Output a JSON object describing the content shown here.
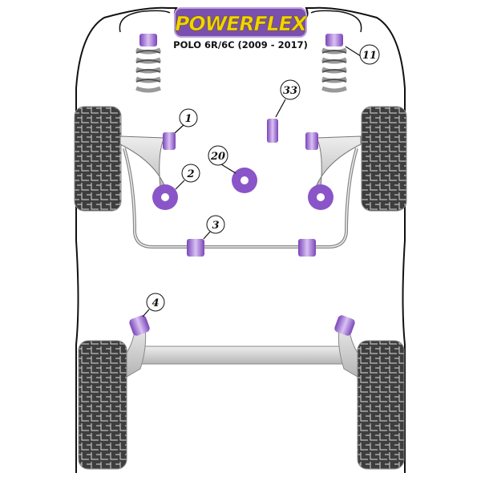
{
  "logo": {
    "brand": "POWERFLEX",
    "subtitle": "POLO 6R/6C (2009 - 2017)"
  },
  "callouts": [
    {
      "id": "1",
      "label": "1"
    },
    {
      "id": "2",
      "label": "2"
    },
    {
      "id": "3",
      "label": "3"
    },
    {
      "id": "4",
      "label": "4"
    },
    {
      "id": "11",
      "label": "11"
    },
    {
      "id": "20",
      "label": "20"
    },
    {
      "id": "33",
      "label": "33"
    }
  ],
  "colors": {
    "bush": "#8a55c8",
    "bush_light": "#c7a6ec",
    "logo_bg": "#7b4fb0",
    "logo_text": "#f2d500",
    "tyre": "#4a4a4a",
    "arm": "#cfcfcf"
  }
}
